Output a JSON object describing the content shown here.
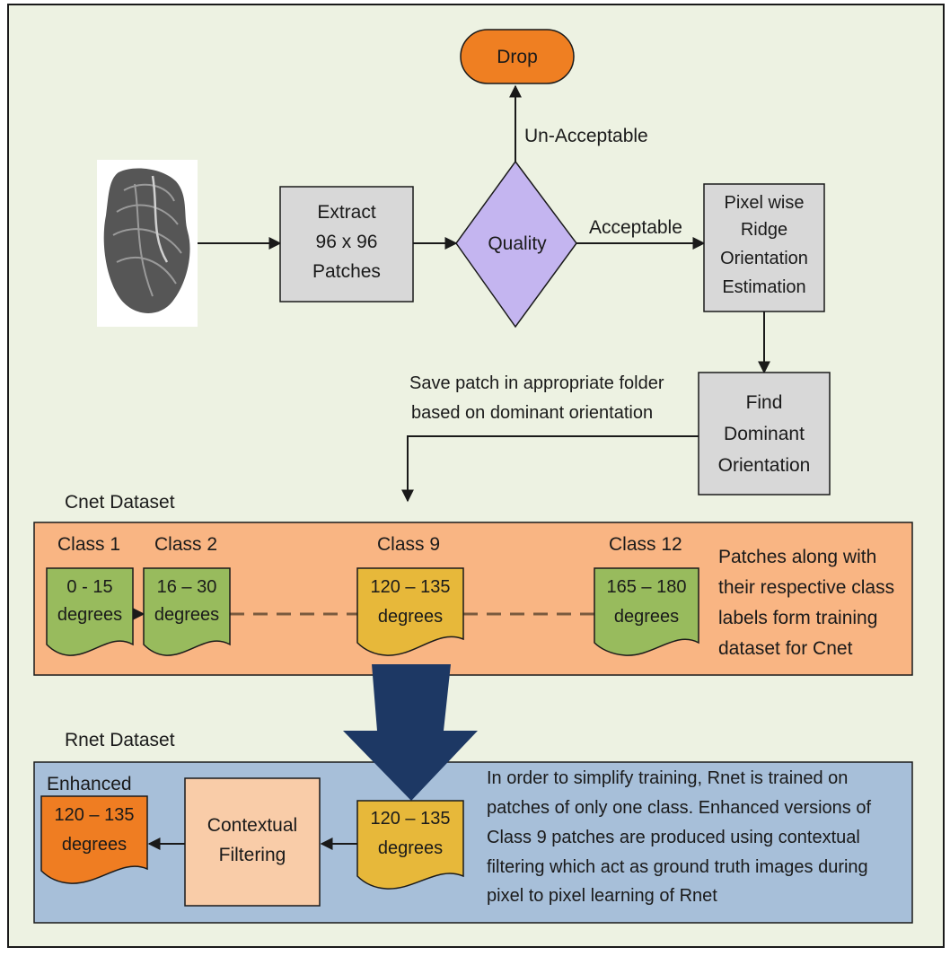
{
  "colors": {
    "background": "#edf2e2",
    "frame": "#1a1a1a",
    "process_box": "#d8d8d8",
    "drop_terminal": "#ef7f22",
    "decision": "#c4b5f0",
    "cnet_panel": "#f9b583",
    "rnet_panel": "#a7bfd9",
    "class_doc_green": "#98bb5d",
    "class_doc_yellow": "#e7b83a",
    "enhanced_doc": "#ef7d22",
    "filter_box": "#f9cca8",
    "big_arrow": "#1d3864"
  },
  "nodes": {
    "drop": "Drop",
    "unacceptable": "Un-Acceptable",
    "acceptable": "Acceptable",
    "extract": [
      "Extract",
      "96 x 96",
      "Patches"
    ],
    "quality": "Quality",
    "pixel_wise": [
      "Pixel wise",
      "Ridge",
      "Orientation",
      "Estimation"
    ],
    "find_dominant": [
      "Find",
      "Dominant",
      "Orientation"
    ],
    "save_note": [
      "Save patch in appropriate folder",
      "based on dominant orientation"
    ]
  },
  "cnet": {
    "title": "Cnet Dataset",
    "classes": [
      {
        "label": "Class 1",
        "range": "0 - 15",
        "unit": "degrees"
      },
      {
        "label": "Class 2",
        "range": "16 – 30",
        "unit": "degrees"
      },
      {
        "label": "Class 9",
        "range": "120 – 135",
        "unit": "degrees"
      },
      {
        "label": "Class 12",
        "range": "165 – 180",
        "unit": "degrees"
      }
    ],
    "note": [
      "Patches along with",
      "their respective class",
      "labels form training",
      "dataset for Cnet"
    ]
  },
  "rnet": {
    "title": "Rnet Dataset",
    "enhanced_label": "Enhanced",
    "enhanced_doc": {
      "range": "120 – 135",
      "unit": "degrees"
    },
    "filter": [
      "Contextual",
      "Filtering"
    ],
    "input_doc": {
      "range": "120 – 135",
      "unit": "degrees"
    },
    "note": [
      "In order to simplify training, Rnet is trained on",
      "patches of only one class. Enhanced versions of",
      "Class 9 patches are produced using contextual",
      "filtering which act as ground truth images during",
      "pixel to pixel learning of Rnet"
    ]
  }
}
